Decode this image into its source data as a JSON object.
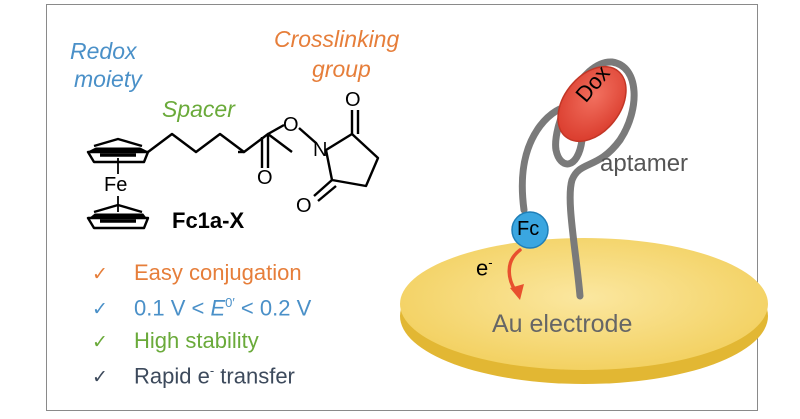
{
  "molecule": {
    "redox_label_line1": "Redox",
    "redox_label_line2": "moiety",
    "crosslink_label_line1": "Crosslinking",
    "crosslink_label_line2": "group",
    "spacer_label": "Spacer",
    "iron_label": "Fe",
    "nitrogen_label": "N",
    "oxygen_label": "O",
    "name": "Fc1a-X"
  },
  "features": [
    {
      "text": "Easy conjugation",
      "color": "#e67e3a"
    },
    {
      "text_before": "0.1 V < ",
      "symbol": "E",
      "symbol_sup": "0′",
      "text_after": " < 0.2 V",
      "color": "#4a90c8"
    },
    {
      "text": "High stability",
      "color": "#6aaa3a"
    },
    {
      "text_before": "Rapid e",
      "sup": "-",
      "text_after": " transfer",
      "color": "#3d4a5c"
    }
  ],
  "check_symbol": "✓",
  "electrode": {
    "drug_label": "Dox",
    "aptamer_label": "aptamer",
    "ferrocene_label": "Fc",
    "electron_label": "e",
    "electron_sup": "-",
    "electrode_label": "Au electrode"
  },
  "colors": {
    "redox": "#4a90c8",
    "crosslink": "#e67e3a",
    "spacer": "#6aaa3a",
    "electrode_top": "#f7d774",
    "electrode_side": "#e2b733",
    "dox_fill": "#e84a3c",
    "fc_fill": "#3aa6e0",
    "aptamer_strand": "#777777",
    "arrow": "#e8502e"
  }
}
